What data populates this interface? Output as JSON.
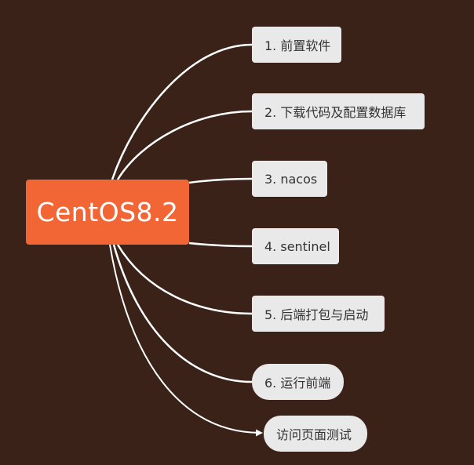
{
  "root": {
    "label": "CentOS8.2"
  },
  "children": [
    {
      "label": "1. 前置软件"
    },
    {
      "label": "2. 下载代码及配置数据库"
    },
    {
      "label": "3. nacos"
    },
    {
      "label": "4. sentinel"
    },
    {
      "label": "5. 后端打包与启动"
    },
    {
      "label": "6. 运行前端"
    },
    {
      "label": "访问页面测试",
      "has_arrow": true
    }
  ],
  "colors": {
    "background": "#3a2218",
    "root_fill": "#f26535",
    "node_fill": "#e9e9e9",
    "connector": "#ffffff"
  }
}
